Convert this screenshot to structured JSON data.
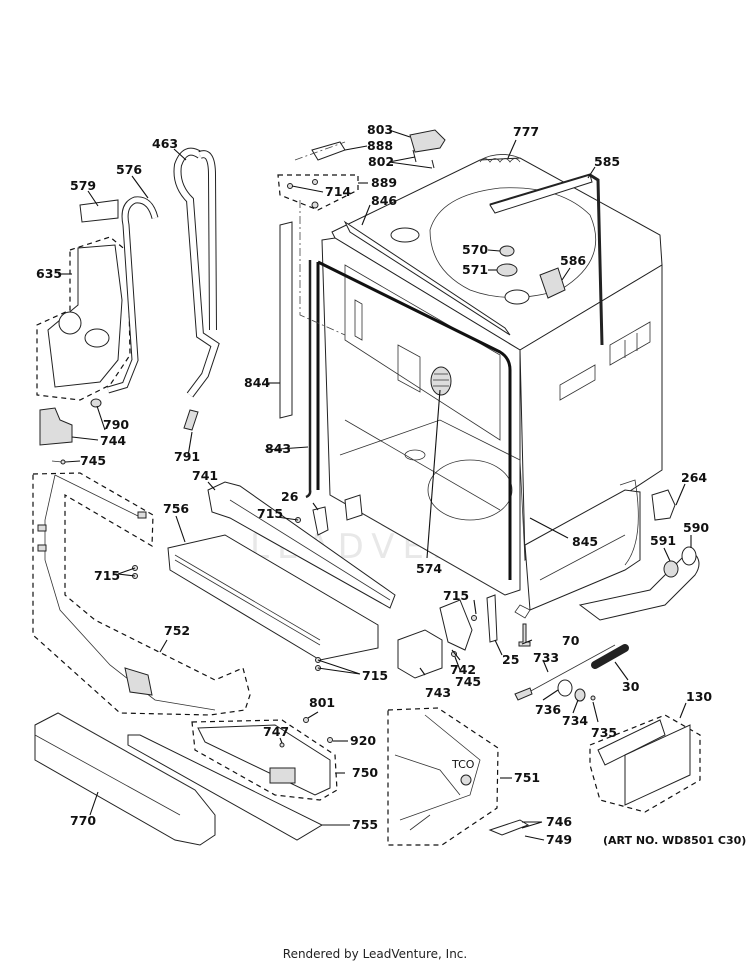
{
  "diagram": {
    "title": "Dishwasher Tub & Door Assembly Parts Diagram",
    "watermark": "LEADVENTURE",
    "art_number": "(ART NO. WD8501 C30)",
    "tco_label": "TCO",
    "footer": "Rendered by LeadVenture, Inc.",
    "callouts": [
      {
        "id": "c463",
        "part": "463"
      },
      {
        "id": "c576",
        "part": "576"
      },
      {
        "id": "c579",
        "part": "579"
      },
      {
        "id": "c635",
        "part": "635"
      },
      {
        "id": "c790",
        "part": "790"
      },
      {
        "id": "c744",
        "part": "744"
      },
      {
        "id": "c745a",
        "part": "745"
      },
      {
        "id": "c791",
        "part": "791"
      },
      {
        "id": "c803",
        "part": "803"
      },
      {
        "id": "c888",
        "part": "888"
      },
      {
        "id": "c802",
        "part": "802"
      },
      {
        "id": "c889",
        "part": "889"
      },
      {
        "id": "c714",
        "part": "714"
      },
      {
        "id": "c846",
        "part": "846"
      },
      {
        "id": "c777",
        "part": "777"
      },
      {
        "id": "c585",
        "part": "585"
      },
      {
        "id": "c570",
        "part": "570"
      },
      {
        "id": "c571",
        "part": "571"
      },
      {
        "id": "c586",
        "part": "586"
      },
      {
        "id": "c844",
        "part": "844"
      },
      {
        "id": "c843",
        "part": "843"
      },
      {
        "id": "c574",
        "part": "574"
      },
      {
        "id": "c845",
        "part": "845"
      },
      {
        "id": "c264",
        "part": "264"
      },
      {
        "id": "c590",
        "part": "590"
      },
      {
        "id": "c591",
        "part": "591"
      },
      {
        "id": "c741",
        "part": "741"
      },
      {
        "id": "c26",
        "part": "26"
      },
      {
        "id": "c715a",
        "part": "715"
      },
      {
        "id": "c756",
        "part": "756"
      },
      {
        "id": "c715b",
        "part": "715"
      },
      {
        "id": "c752",
        "part": "752"
      },
      {
        "id": "c715c",
        "part": "715"
      },
      {
        "id": "c742",
        "part": "742"
      },
      {
        "id": "c25",
        "part": "25"
      },
      {
        "id": "c70",
        "part": "70"
      },
      {
        "id": "c715d",
        "part": "715"
      },
      {
        "id": "c743",
        "part": "743"
      },
      {
        "id": "c745b",
        "part": "745"
      },
      {
        "id": "c733",
        "part": "733"
      },
      {
        "id": "c30",
        "part": "30"
      },
      {
        "id": "c736",
        "part": "736"
      },
      {
        "id": "c734",
        "part": "734"
      },
      {
        "id": "c735",
        "part": "735"
      },
      {
        "id": "c130",
        "part": "130"
      },
      {
        "id": "c801",
        "part": "801"
      },
      {
        "id": "c747",
        "part": "747"
      },
      {
        "id": "c920",
        "part": "920"
      },
      {
        "id": "c750",
        "part": "750"
      },
      {
        "id": "c770",
        "part": "770"
      },
      {
        "id": "c755",
        "part": "755"
      },
      {
        "id": "c751",
        "part": "751"
      },
      {
        "id": "c746",
        "part": "746"
      },
      {
        "id": "c749",
        "part": "749"
      }
    ]
  }
}
